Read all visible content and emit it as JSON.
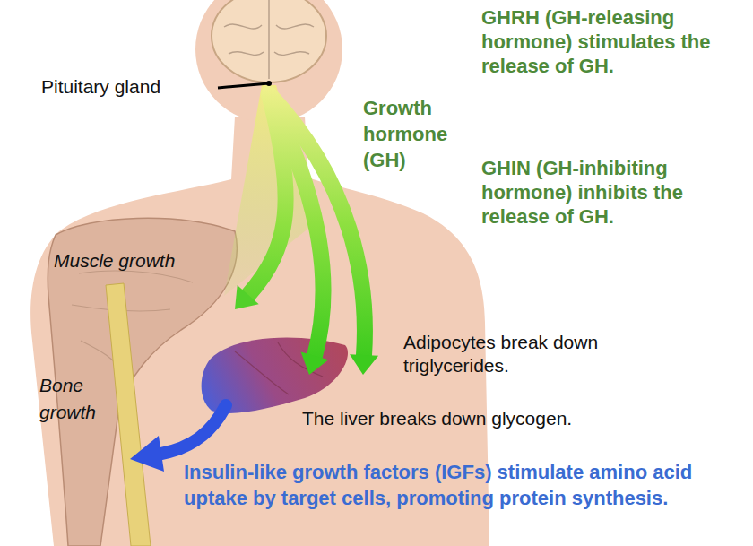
{
  "diagram": {
    "labels": [
      "Pituitary gland",
      "Growth hormone (GH)",
      "GHRH (GH-releasing hormone) stimulates the release of GH.",
      "GHIN (GH-inhibiting hormone) inhibits the release of GH.",
      "Muscle growth",
      "Adipocytes break down triglycerides.",
      "Bone growth",
      "The liver breaks down glycogen.",
      "Insulin-like growth factors (IGFs) stimulate amino acid uptake by target cells, promoting protein synthesis."
    ]
  }
}
